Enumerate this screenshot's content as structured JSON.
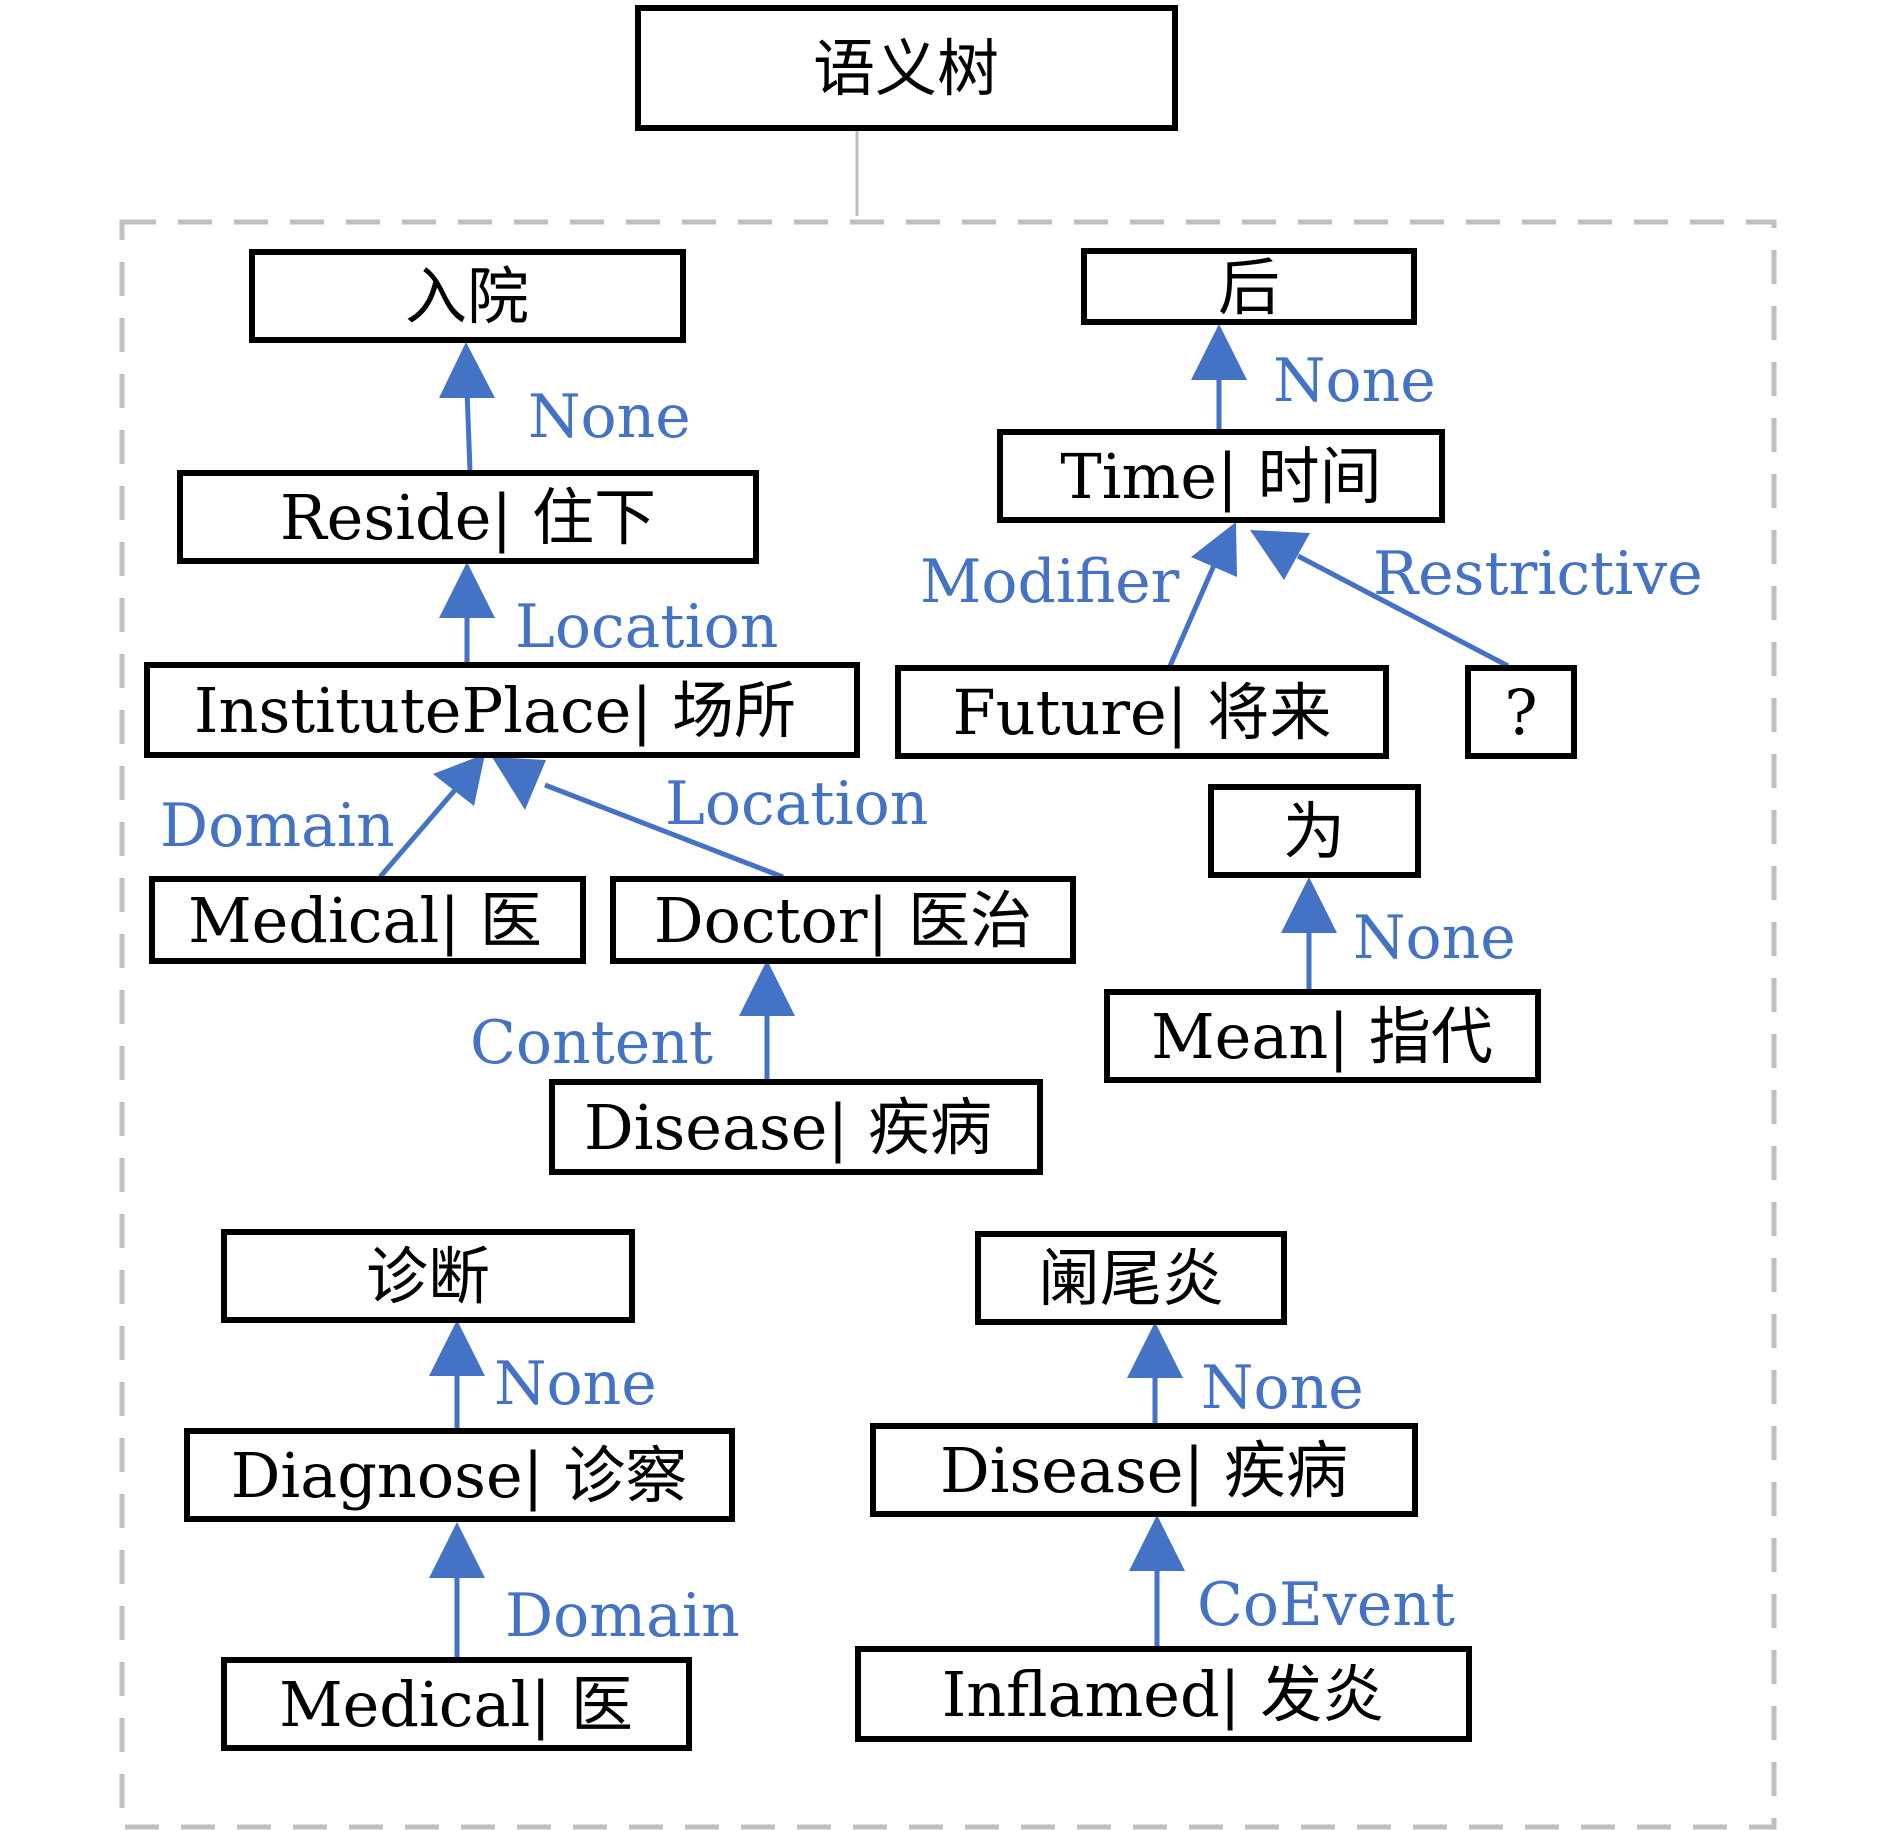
{
  "colors": {
    "edge": "#4472C4",
    "node_border": "#000000",
    "connector": "#BFBFBF",
    "group_border": "#BFBFBF"
  },
  "root": {
    "label": "语义树"
  },
  "nodes": {
    "ruyuan": "入院",
    "reside": "Reside| 住下",
    "instituteplace": "InstitutePlace|  场所",
    "medical1": "Medical|  医",
    "doctor": "Doctor|  医治",
    "disease1": "Disease|  疾病",
    "hou": "后",
    "time": "Time| 时间",
    "future": "Future| 将来",
    "question": "?",
    "wei": "为",
    "mean": "Mean| 指代",
    "zhenduan": "诊断",
    "diagnose": "Diagnose|  诊察",
    "medical2": "Medical|  医",
    "lanweiyan": "阑尾炎",
    "disease2": "Disease|  疾病",
    "inflamed": "Inflamed|  发炎"
  },
  "edges": {
    "reside_ruyuan": "None",
    "institute_reside": "Location",
    "medical_institute": "Domain",
    "doctor_institute": "Location",
    "disease_doctor": "Content",
    "time_hou": "None",
    "future_time": "Modifier",
    "question_time": "Restrictive",
    "mean_wei": "None",
    "diagnose_zhenduan": "None",
    "medical_diagnose": "Domain",
    "disease_lanweiyan": "None",
    "inflamed_disease": "CoEvent"
  }
}
